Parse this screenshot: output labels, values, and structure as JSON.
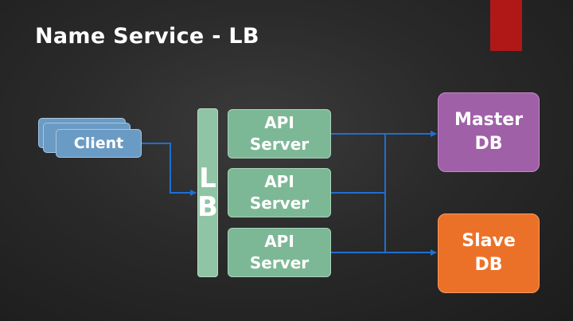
{
  "slide": {
    "title": "Name Service - LB",
    "accent_color": "#b01818"
  },
  "nodes": {
    "client": {
      "label": "Client",
      "color": "#6a9bc4"
    },
    "lb": {
      "letters": [
        "L",
        "B"
      ],
      "color": "#8fc4a4"
    },
    "api_servers": [
      {
        "line1": "API",
        "line2": "Server"
      },
      {
        "line1": "API",
        "line2": "Server"
      },
      {
        "line1": "API",
        "line2": "Server"
      }
    ],
    "master_db": {
      "line1": "Master",
      "line2": "DB",
      "color": "#a060a8"
    },
    "slave_db": {
      "line1": "Slave",
      "line2": "DB",
      "color": "#ec7128"
    }
  },
  "connector_color": "#1f6fd0"
}
